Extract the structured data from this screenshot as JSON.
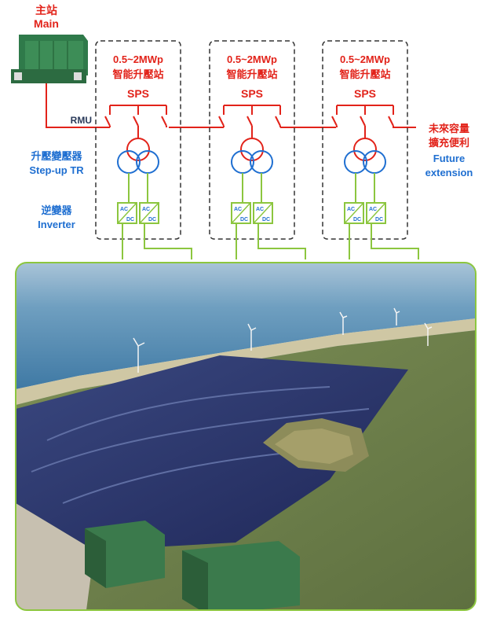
{
  "main_station": {
    "label_zh": "主站",
    "label_en": "Main"
  },
  "rmu_label": "RMU",
  "sps_stations": [
    {
      "rating": "0.5~2MWp",
      "name_zh": "智能升壓站",
      "name_en": "SPS"
    },
    {
      "rating": "0.5~2MWp",
      "name_zh": "智能升壓站",
      "name_en": "SPS"
    },
    {
      "rating": "0.5~2MWp",
      "name_zh": "智能升壓站",
      "name_en": "SPS"
    }
  ],
  "stepup_tr": {
    "label_zh": "升壓變壓器",
    "label_en": "Step-up TR"
  },
  "inverter": {
    "label_zh": "逆變器",
    "label_en": "Inverter"
  },
  "inverter_ac": "AC",
  "inverter_dc": "DC",
  "future": {
    "line1_zh": "未來容量",
    "line2_zh": "擴充便利",
    "line1_en": "Future",
    "line2_en": "extension"
  },
  "colors": {
    "red": "#e2231a",
    "blue": "#1f6fd1",
    "green": "#8cc63f",
    "dashed_border": "#333333"
  }
}
